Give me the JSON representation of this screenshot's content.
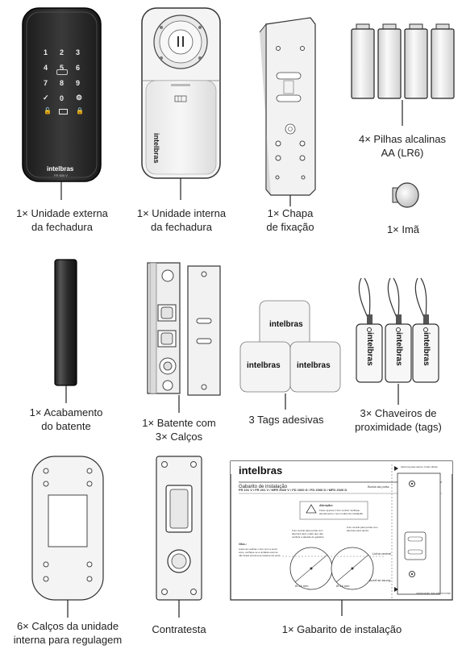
{
  "brand": "intelbras",
  "model_code": "FR 500 V",
  "keypad": {
    "digits": [
      "1",
      "2",
      "3",
      "4",
      "5",
      "6",
      "7",
      "8",
      "9",
      "0"
    ]
  },
  "captions": {
    "external_unit": [
      "1× Unidade externa",
      "da fechadura"
    ],
    "internal_unit": [
      "1× Unidade interna",
      "da fechadura"
    ],
    "plate": [
      "1× Chapa",
      "de fixação"
    ],
    "batteries": [
      "4× Pilhas alcalinas",
      "AA (LR6)"
    ],
    "magnet": [
      "1× Imã"
    ],
    "finish": [
      "1× Acabamento",
      "do batente"
    ],
    "strike": [
      "1× Batente com",
      "3× Calços"
    ],
    "tags": [
      "3 Tags adesivas"
    ],
    "keychains": [
      "3× Chaveiros de",
      "proximidade (tags)"
    ],
    "shims": [
      "6× Calços da unidade",
      "interna para regulagem"
    ],
    "counter_strike": [
      "Contratesta"
    ],
    "template": [
      "1× Gabarito de instalação"
    ]
  },
  "template_sheet": {
    "title": "Gabarito de instalação",
    "models": "FR 101 V / FR 201 V / MFR 2020 V / FD 1000 D / FD 2000 D / MFD 2020 D",
    "door_edge": "Borda da porta",
    "attention_title": "Atenção:",
    "attention_text": "Fazer apenas 1 furo central. Verifique atentamente o seu modelo de instalação.",
    "hole_left": "Furo central para portas com abertura para o lado que não verificar a adesão do gabarito",
    "hole_right": "Furo central para portas com abertura para dentro",
    "note_title": "Obs.:",
    "note_text": "Antes de realizar o furo com a serra copo, verifique se a unidade externa não ficará próxima ao batente da porta",
    "line_center": "Linha central",
    "dim_left": "Ø 54 mm",
    "dim_right": "Ø 54 mm",
    "strip_top": "Abertura para dentro, fundo direito",
    "strip_bottom": "Abertura para fora, fundo direito",
    "door_edge_rot": "Borda da porta"
  }
}
